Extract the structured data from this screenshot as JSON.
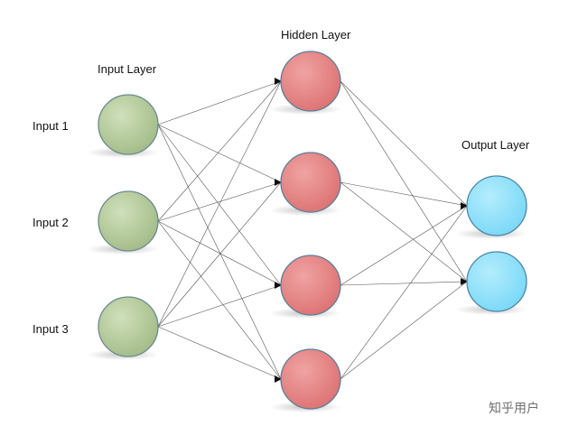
{
  "layers": {
    "input": {
      "title": "Input Layer",
      "labels": [
        "Input 1",
        "Input 2",
        "Input 3"
      ],
      "count": 3
    },
    "hidden": {
      "title": "Hidden Layer",
      "count": 4
    },
    "output": {
      "title": "Output Layer",
      "count": 2
    }
  },
  "colors": {
    "input_fill": "#b3c99a",
    "input_stroke": "#6a8a8f",
    "hidden_fill": "#e68585",
    "hidden_stroke": "#5a7f99",
    "output_fill": "#8fe2fb",
    "output_stroke": "#4f86a6",
    "edge": "#555555"
  },
  "watermark": "知乎用户"
}
